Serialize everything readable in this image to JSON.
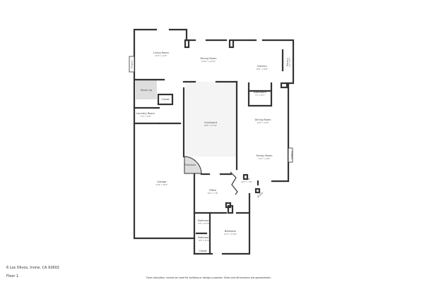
{
  "address": "6 Los Olivos, Irvine, CA 92602",
  "floor": "Floor 1",
  "disclaimer": "Floor plans/tour cannot be used for building or design purposes. Sizes and dimensions are approximate.",
  "rooms": [
    {
      "name": "Living Room",
      "dims": "15'3\" x 21'8\""
    },
    {
      "name": "Dining Room",
      "dims": "14'10\" x 12'10\""
    },
    {
      "name": "Kitchen",
      "dims": "18'6\" x 16'9\""
    },
    {
      "name": "Pantry",
      "dims": "4'1\" x 6'7\""
    },
    {
      "name": "Bathroom",
      "dims": "5'7\" x 6'7\""
    },
    {
      "name": "Stairs Up",
      "dims": ""
    },
    {
      "name": "Closet",
      "dims": ""
    },
    {
      "name": "Laundry Room",
      "dims": "7'11\" x 6'8\""
    },
    {
      "name": "Courtyard",
      "dims": "18'8\" x 27'10\""
    },
    {
      "name": "Dining Room",
      "dims": "13'8\" x 11'8\""
    },
    {
      "name": "Family Room",
      "dims": "13'3\" x 14'8\""
    },
    {
      "name": "Fireplace",
      "dims": ""
    },
    {
      "name": "Garage",
      "dims": "21'8\" x 28'3\""
    },
    {
      "name": "Foyer",
      "dims": "10'3\" x 7'8\""
    },
    {
      "name": "Office",
      "dims": "10'1\" x 7'8\""
    },
    {
      "name": "Bathroom",
      "dims": "8'6\" x 10'10\""
    },
    {
      "name": "Bedroom",
      "dims": "11'2\" x 11'10\""
    },
    {
      "name": "Bathroom",
      "dims": "8'8\" x 6'10\""
    },
    {
      "name": "Closet",
      "dims": ""
    },
    {
      "name": "Entry",
      "dims": ""
    }
  ],
  "wall_labels": {
    "fireplace_left": "Fireplace",
    "fireplace_right": "Fireplace"
  },
  "colors": {
    "wall": "#333333",
    "stairs_fill": "#dedede",
    "courtyard_fill": "#f4f4f4"
  }
}
